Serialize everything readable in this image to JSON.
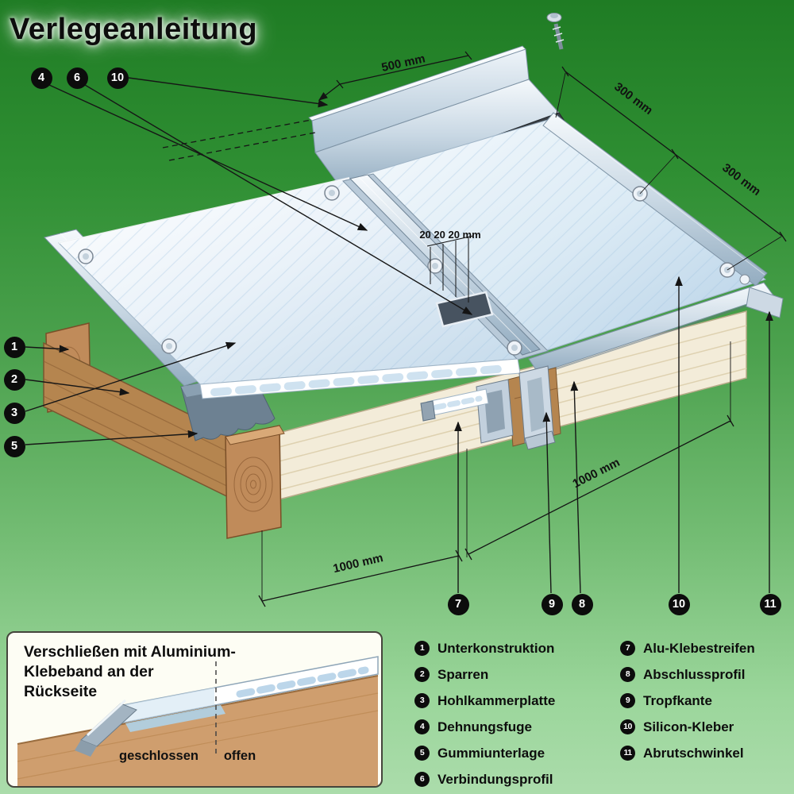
{
  "title": "Verlegeanleitung",
  "colors": {
    "bg_top": "#1f7c24",
    "bg_bottom": "#abdcab",
    "badge": "#0c0c0c",
    "wood": "#c08b5a",
    "panel": "#dcebf5",
    "aluminium": "#b9cad9",
    "rubber_seal": "#3c4248"
  },
  "dims": {
    "top": "500 mm",
    "right_upper": "300 mm",
    "right_lower": "300 mm",
    "gaps": "20 20 20 mm",
    "bottom_left": "1000 mm",
    "bottom_right": "1000 mm"
  },
  "callouts": {
    "c1": "1",
    "c2": "2",
    "c3": "3",
    "c4": "4",
    "c5": "5",
    "c6": "6",
    "c7": "7",
    "c8": "8",
    "c9": "9",
    "c10_top": "10",
    "c10_bottom": "10",
    "c11": "11"
  },
  "inset": {
    "line1": "Verschließen mit Aluminium-",
    "line2": "Klebeband an der",
    "line3": "Rückseite",
    "label_closed": "geschlossen",
    "label_open": "offen"
  },
  "legend": {
    "col1": [
      {
        "num": "1",
        "label": "Unterkonstruktion"
      },
      {
        "num": "2",
        "label": "Sparren"
      },
      {
        "num": "3",
        "label": "Hohlkammerplatte"
      },
      {
        "num": "4",
        "label": "Dehnungsfuge"
      },
      {
        "num": "5",
        "label": "Gummiunterlage"
      },
      {
        "num": "6",
        "label": "Verbindungsprofil"
      }
    ],
    "col2": [
      {
        "num": "7",
        "label": "Alu-Klebestreifen"
      },
      {
        "num": "8",
        "label": "Abschlussprofil"
      },
      {
        "num": "9",
        "label": "Tropfkante"
      },
      {
        "num": "10",
        "label": "Silicon-Kleber"
      },
      {
        "num": "11",
        "label": "Abrutschwinkel"
      }
    ]
  }
}
